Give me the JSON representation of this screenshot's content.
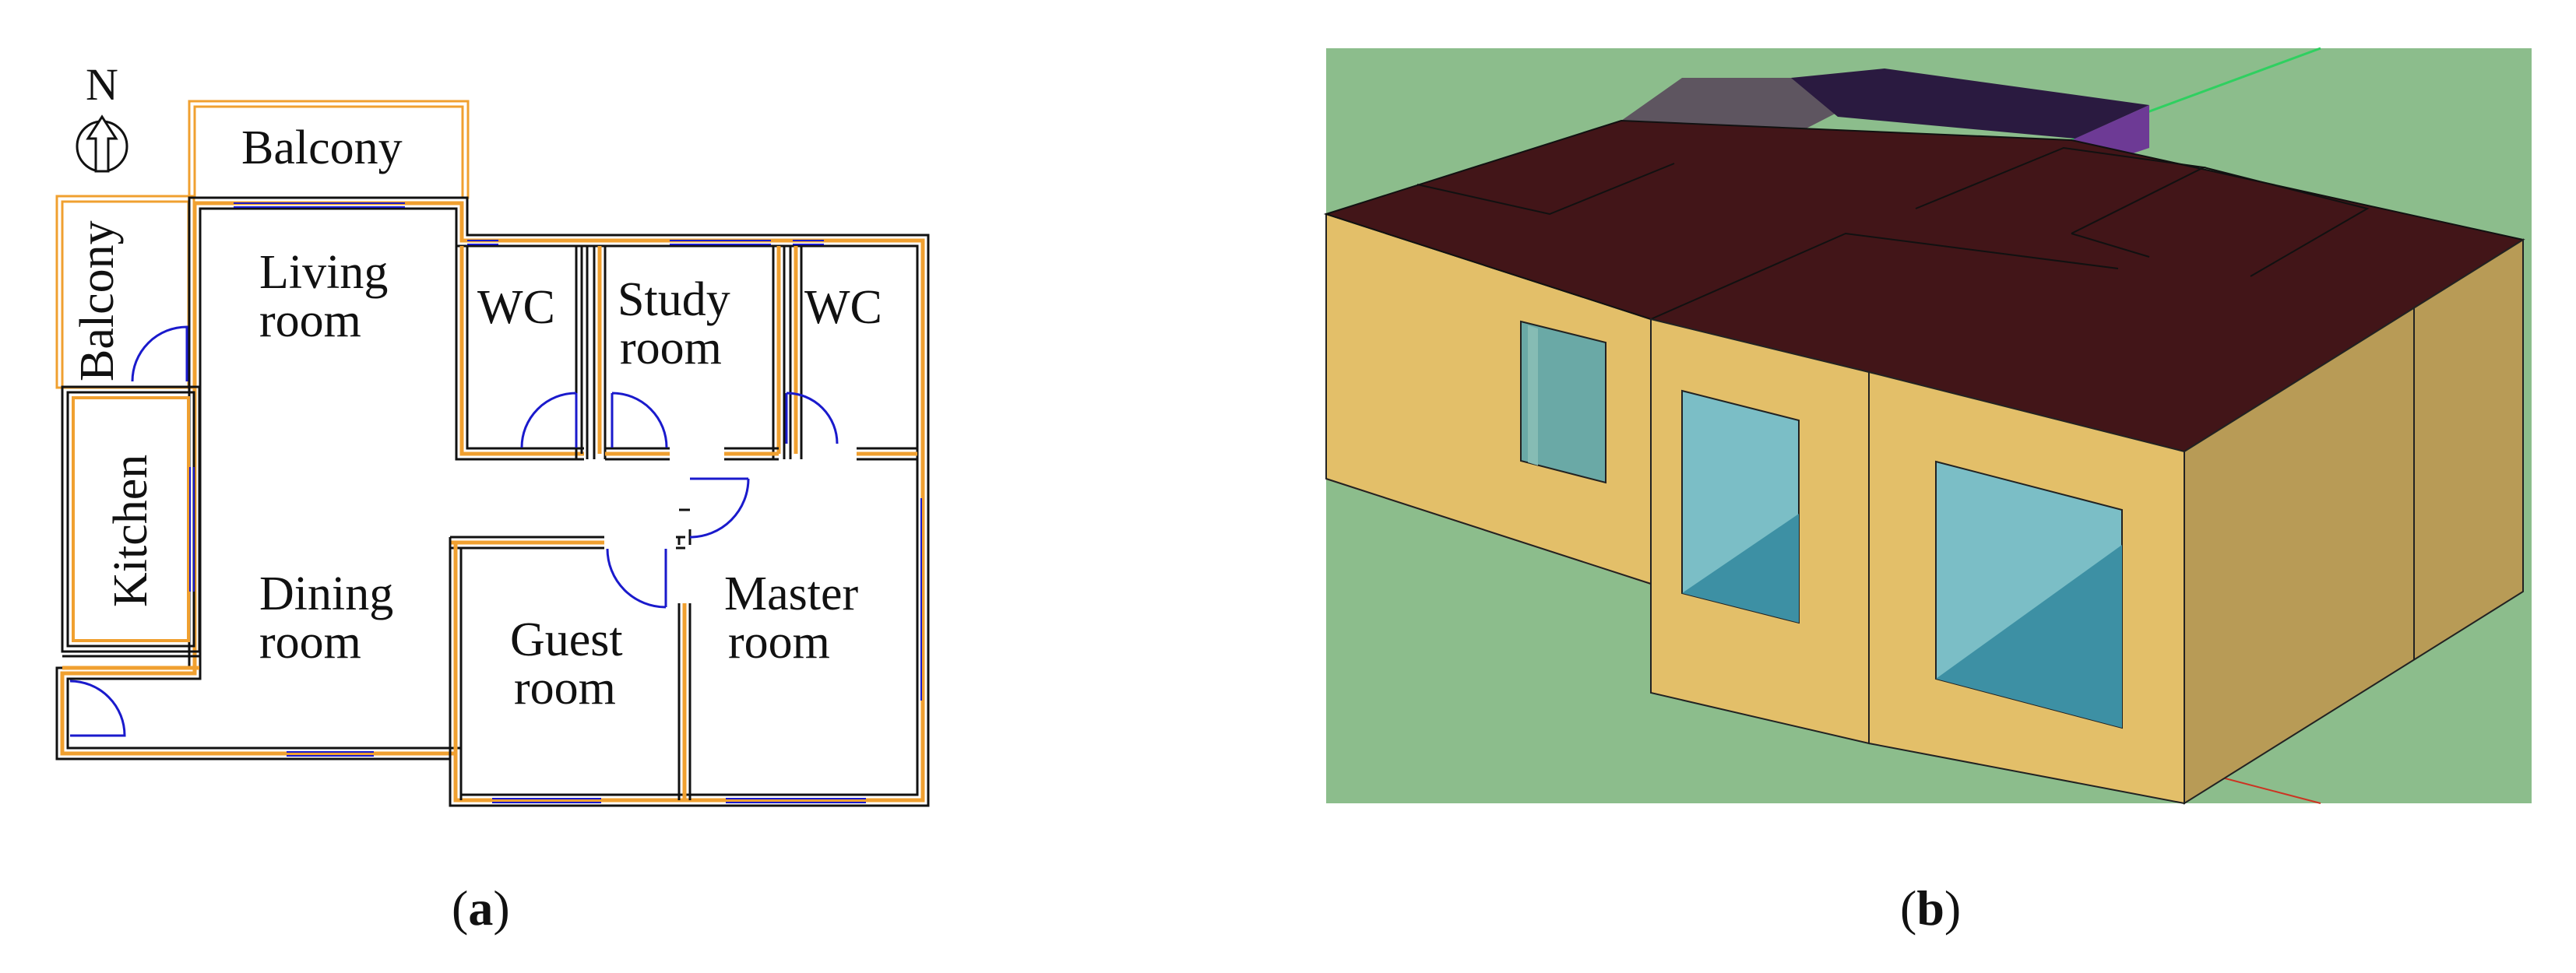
{
  "panel_a": {
    "caption_letter": "a",
    "compass": "N",
    "rooms": {
      "balcony_top": "Balcony",
      "balcony_left": "Balcony",
      "kitchen": "Kitchen",
      "living_line1": "Living",
      "living_line2": "room",
      "dining_line1": "Dining",
      "dining_line2": "room",
      "wc_left": "WC",
      "study_line1": "Study",
      "study_line2": "room",
      "wc_right": "WC",
      "guest_line1": "Guest",
      "guest_line2": "room",
      "master_line1": "Master",
      "master_line2": "room"
    }
  },
  "panel_b": {
    "caption_letter": "b"
  },
  "colors": {
    "wall_orange": "#f0a030",
    "door_blue": "#1a1acc",
    "ground_green": "#8cbd8c",
    "roof": "#421518",
    "wall_tan": "#e3bf69",
    "glass": "#7bbec6"
  }
}
